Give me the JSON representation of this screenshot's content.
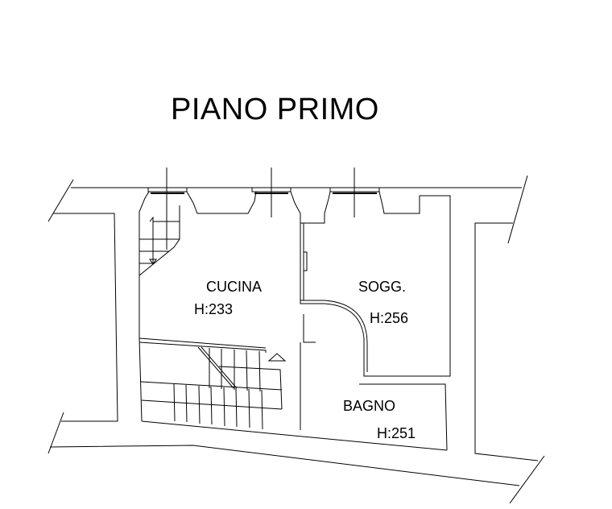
{
  "title": "PIANO PRIMO",
  "rooms": [
    {
      "name": "CUCINA",
      "height": "H:233"
    },
    {
      "name": "SOGG.",
      "height": "H:256"
    },
    {
      "name": "BAGNO",
      "height": "H:251"
    }
  ]
}
